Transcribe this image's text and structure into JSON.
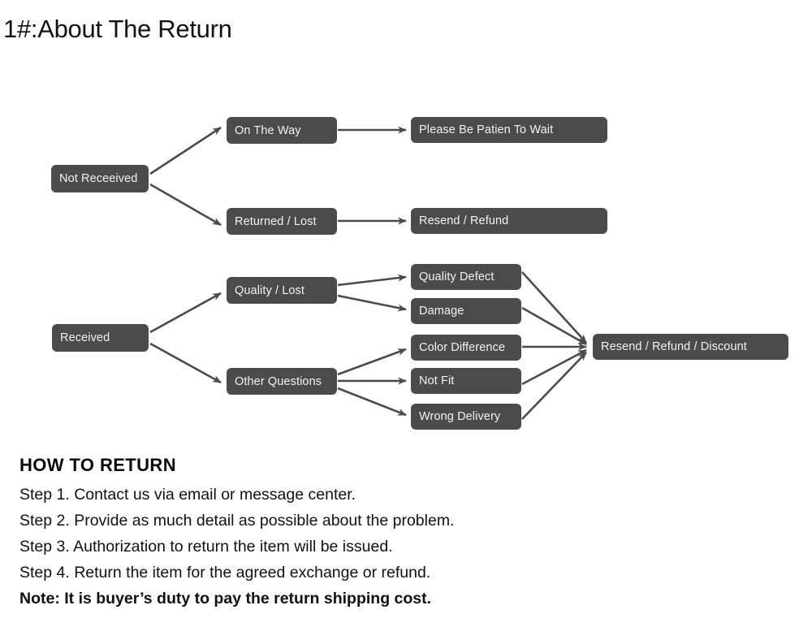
{
  "page_title": "1#:About The Return",
  "colors": {
    "node_fill": "#4b4b4b",
    "node_text": "#f2f2f2",
    "arrow": "#4b4b4b",
    "page_text": "#111111",
    "background": "#ffffff"
  },
  "diagram": {
    "type": "flowchart",
    "branches": [
      {
        "root": "Not Receeived",
        "paths": [
          {
            "status": "On The Way",
            "outcome": "Please Be Patien To Wait"
          },
          {
            "status": "Returned / Lost",
            "outcome": "Resend / Refund"
          }
        ]
      },
      {
        "root": "Received",
        "categories": [
          {
            "label": "Quality / Lost",
            "issues": [
              "Quality Defect",
              "Damage"
            ]
          },
          {
            "label": "Other Questions",
            "issues": [
              "Color Difference",
              "Not Fit",
              "Wrong Delivery"
            ]
          }
        ],
        "outcome": "Resend / Refund / Discount"
      }
    ],
    "nodes": {
      "not_received": "Not Receeived",
      "on_the_way": "On The Way",
      "returned_lost": "Returned / Lost",
      "please_wait": "Please Be Patien To Wait",
      "resend_refund": "Resend / Refund",
      "received": "Received",
      "quality_lost": "Quality / Lost",
      "other_questions": "Other Questions",
      "quality_defect": "Quality Defect",
      "damage": "Damage",
      "color_difference": "Color Difference",
      "not_fit": "Not Fit",
      "wrong_delivery": "Wrong Delivery",
      "resend_refund_discount": "Resend / Refund / Discount"
    }
  },
  "howto": {
    "heading": "HOW TO RETURN",
    "steps": [
      "Step 1. Contact us via email or message center.",
      "Step 2. Provide as much detail as possible about the problem.",
      "Step 3. Authorization to return the item will be issued.",
      "Step 4. Return the item for the agreed exchange or refund."
    ],
    "note": "Note: It is buyer’s duty to pay the return shipping cost."
  }
}
